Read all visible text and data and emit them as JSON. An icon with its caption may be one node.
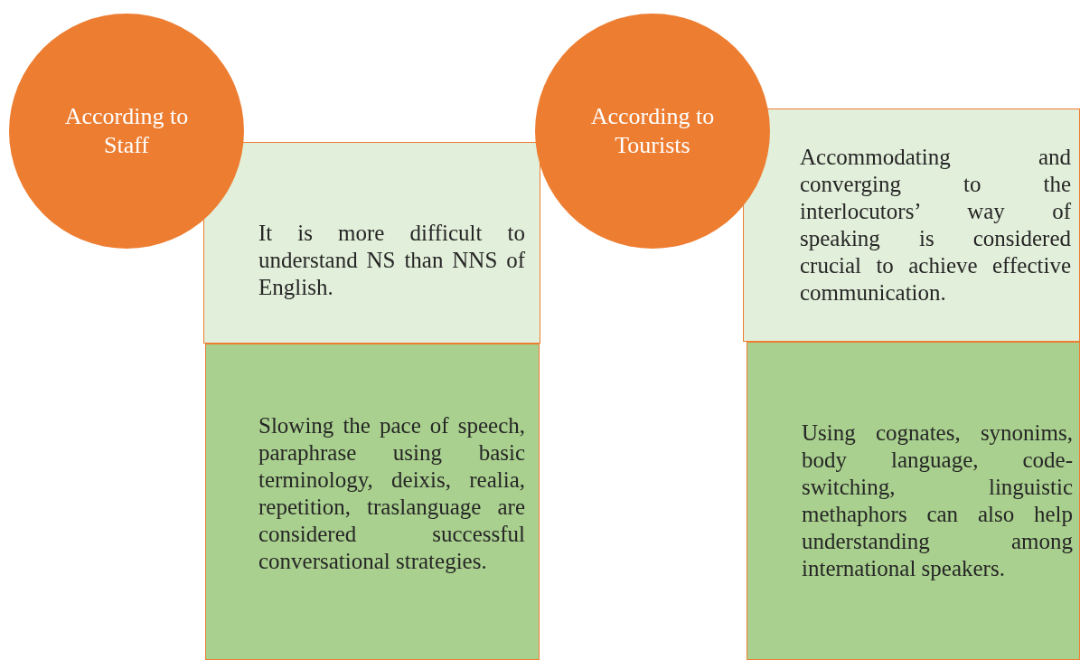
{
  "diagram": {
    "nodes": [
      {
        "text": [
          "According to Staff"
        ]
      },
      {
        "text": [
          "It is more difficult to understand NS than NNS of English."
        ]
      },
      {
        "text": [
          "Slowing the pace of speech, paraphrase using basic terminology, deixis, realia, repetition, traslanguage are considered successful conversational strategies."
        ]
      },
      {
        "text": [
          "According to Tourists"
        ]
      },
      {
        "text": [
          "Accommodating and converging to the interlocutors’ way of speaking is considered crucial to achieve effective communication."
        ]
      },
      {
        "text": [
          "Using cognates, synonims, body language, code-switching, linguistic methaphors can also help understanding among international speakers."
        ]
      }
    ]
  }
}
